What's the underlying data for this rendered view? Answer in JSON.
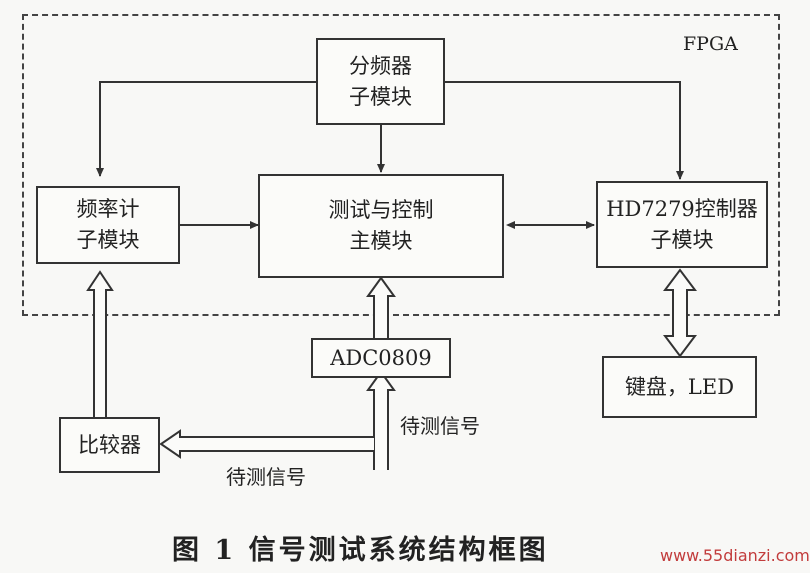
{
  "fpga_label": "FPGA",
  "blocks": {
    "divider": {
      "line1": "分频器",
      "line2": "子模块"
    },
    "freq_counter": {
      "line1": "频率计",
      "line2": "子模块"
    },
    "main": {
      "line1": "测试与控制",
      "line2": "主模块"
    },
    "hd7279": {
      "line1": "HD7279控制器",
      "line2": "子模块"
    },
    "adc": {
      "label": "ADC0809"
    },
    "keyboard": {
      "label": "键盘，LED"
    },
    "comparator": {
      "label": "比较器"
    }
  },
  "signal_labels": {
    "right": "待测信号",
    "bottom": "待测信号"
  },
  "caption": "图 1   信号测试系统结构框图",
  "watermark": "www.55dianzi.com",
  "colors": {
    "line": "#333333",
    "watermark": "#c23c3c"
  }
}
